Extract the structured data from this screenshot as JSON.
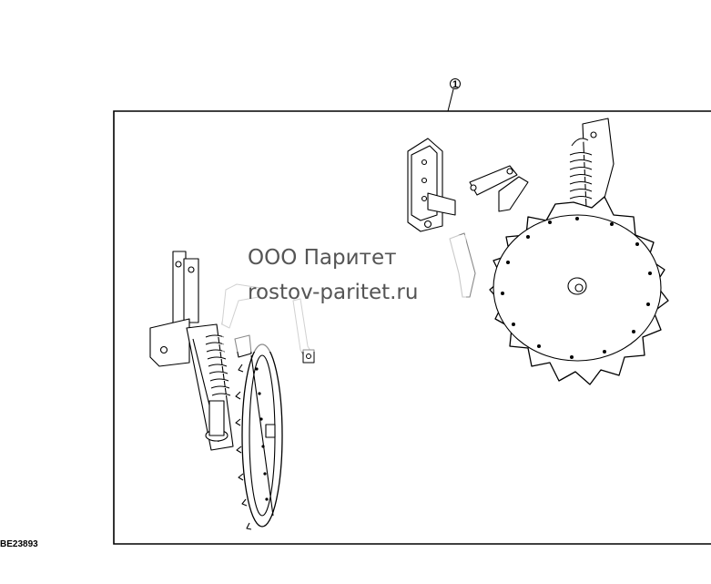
{
  "callout": {
    "number": "1"
  },
  "reference_code": "BE23893",
  "watermark": {
    "line1": "ООО Паритет",
    "line2": "rostov-paritet.ru"
  }
}
